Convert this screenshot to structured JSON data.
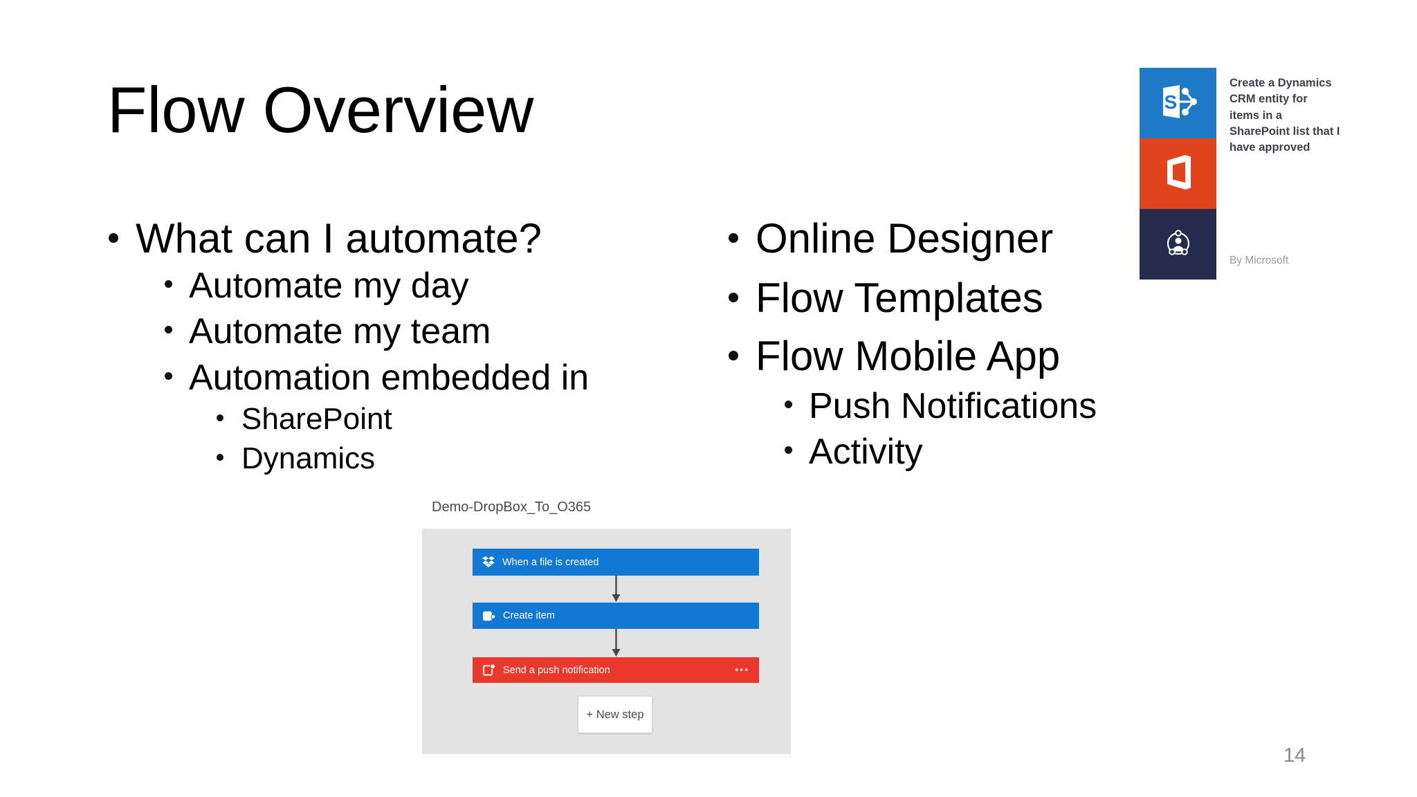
{
  "slide": {
    "title": "Flow Overview",
    "page_number": "14"
  },
  "bullets": {
    "left": [
      {
        "label": "What can I automate?",
        "level": 1
      },
      {
        "label": "Automate my day",
        "level": 2
      },
      {
        "label": "Automate my team",
        "level": 2
      },
      {
        "label": "Automation embedded in",
        "level": 2
      },
      {
        "label": "SharePoint",
        "level": 3
      },
      {
        "label": "Dynamics",
        "level": 3
      }
    ],
    "right": [
      {
        "label": "Online Designer",
        "level": 1
      },
      {
        "label": "Flow Templates",
        "level": 1
      },
      {
        "label": "Flow Mobile App",
        "level": 1
      },
      {
        "label": "Push Notifications",
        "level": 2
      },
      {
        "label": "Activity",
        "level": 2
      }
    ]
  },
  "template_card": {
    "description_lines": [
      "Create a Dynamics",
      "CRM entity for",
      "items in a",
      "SharePoint list that I",
      "have approved"
    ],
    "byline": "By Microsoft",
    "sharepoint_letter": "S",
    "icons": [
      "sharepoint-icon",
      "office-icon",
      "flow-approval-icon"
    ],
    "tile_colors": {
      "sharepoint": "#1e7ac6",
      "office": "#e1431d",
      "flow": "#262b4e"
    }
  },
  "flow_designer": {
    "flow_name": "Demo-DropBox_To_O365",
    "steps": [
      {
        "label": "When a file is created",
        "icon": "dropbox-icon",
        "color": "#1179d3"
      },
      {
        "label": "Create item",
        "icon": "sharepoint-icon",
        "color": "#1179d3"
      },
      {
        "label": "Send a push notification",
        "icon": "push-notification-icon",
        "color": "#ea392c",
        "menu": "•••"
      }
    ],
    "new_step_label": "+ New step",
    "panel_color": "#e4e3e3"
  }
}
